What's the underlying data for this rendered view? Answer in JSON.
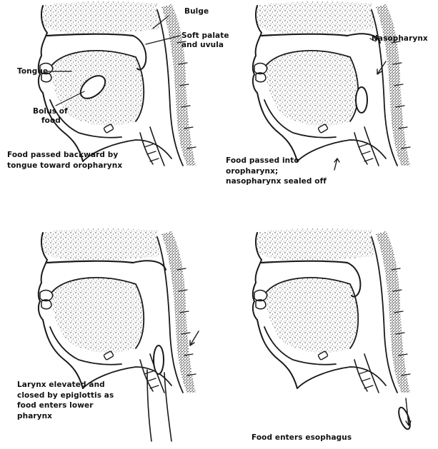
{
  "panels": [
    {
      "labels": {
        "tongue": "Tongue",
        "bolus_line1": "Bolus of",
        "bolus_line2": "food",
        "bulge": "Bulge",
        "soft_palate_line1": "Soft palate",
        "soft_palate_line2": "and uvula"
      },
      "caption": [
        "Food passed backward by",
        "tongue toward oropharynx"
      ]
    },
    {
      "labels": {
        "nasopharynx": "Nasopharynx"
      },
      "caption": [
        "Food passed into",
        "oropharynx;",
        "nasopharynx sealed off"
      ]
    },
    {
      "labels": {},
      "caption": [
        "Larynx elevated and",
        "closed by epiglottis as",
        "food enters lower",
        "pharynx"
      ]
    },
    {
      "labels": {},
      "caption": [
        "Food enters esophagus"
      ]
    }
  ],
  "style": {
    "ink": "#1a1a1a",
    "paper": "#ffffff"
  }
}
